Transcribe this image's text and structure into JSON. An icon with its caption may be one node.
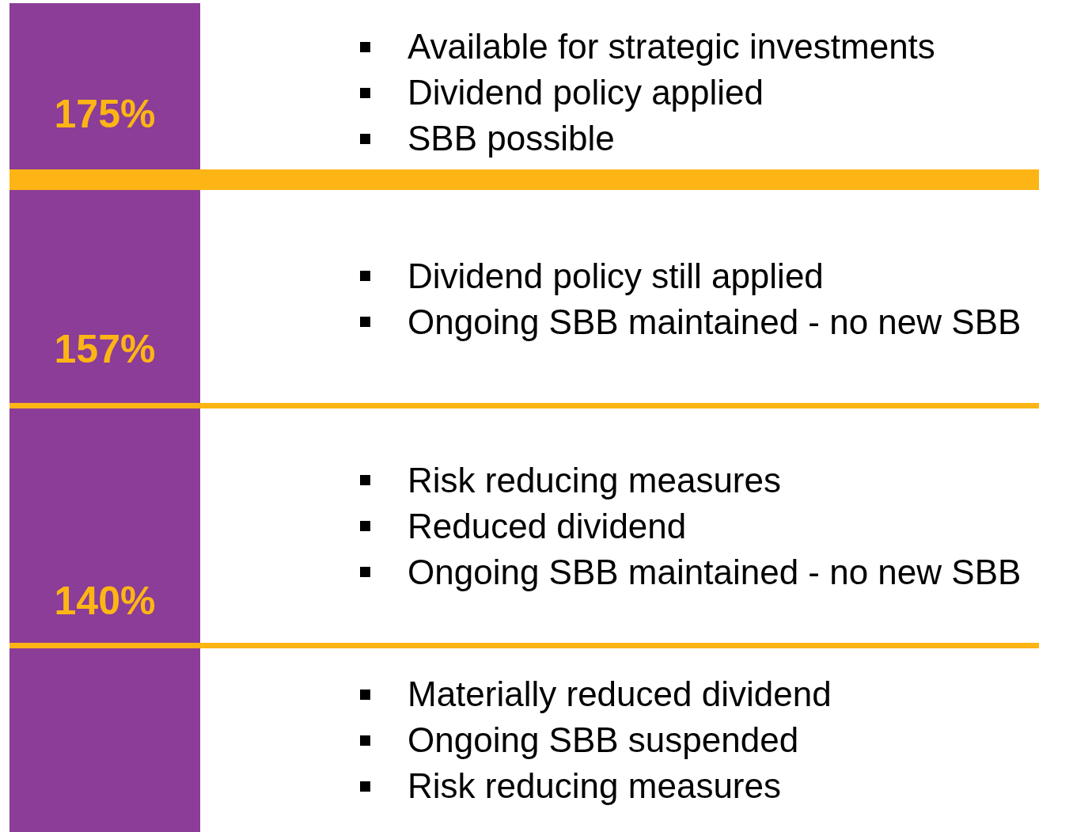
{
  "diagram": {
    "nodes": [
      {
        "text": [
          "Available for strategic investments",
          "Dividend policy applied",
          "SBB possible"
        ]
      },
      {
        "text": [],
        "shape": "bar"
      },
      {
        "text": [
          "Dividend policy still applied",
          "Ongoing SBB maintained - no new SBB"
        ]
      },
      {
        "text": [
          "Risk reducing measures",
          "Reduced dividend",
          "Ongoing SBB maintained - no new SBB"
        ]
      },
      {
        "text": [
          "Materially reduced dividend",
          "Ongoing SBB suspended",
          "Risk reducing measures"
        ]
      }
    ],
    "labels": [
      "175%",
      "157%",
      "140%"
    ]
  }
}
